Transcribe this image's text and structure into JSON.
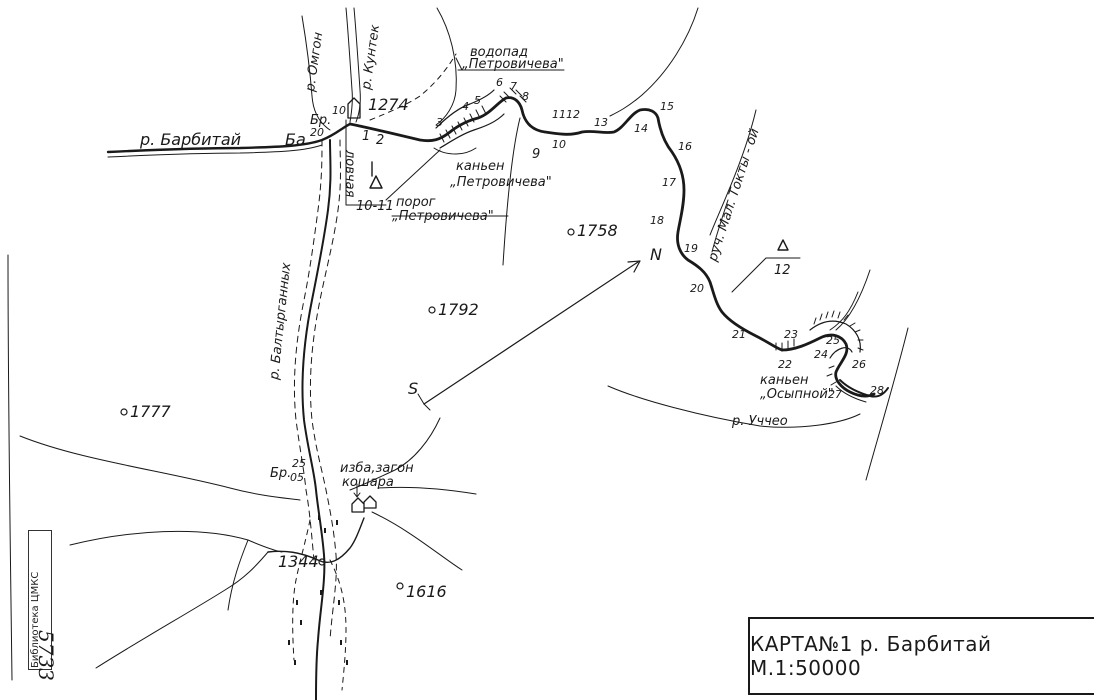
{
  "title": "КАРТА№1 р. Барбитай М.1:50000",
  "stamp": {
    "text": "Библиотека ЦМКС",
    "number": "5733"
  },
  "rivers": {
    "barbitai": "р. Барбитай",
    "ba": "Ба",
    "omgon": "р. Омгон",
    "kunteki": "р. Кунтек",
    "baltyrgannykh": "р. Балтырганных",
    "lovcha": "ловчая",
    "uchcheo": "р. Уччео",
    "mal_tokty": "руч. Мал. Токты - ой"
  },
  "features": {
    "waterfall_1": "водопад",
    "waterfall_2": "„Петровичева\"",
    "canyon_petr_1": "каньен",
    "canyon_petr_2": "„Петровичева\"",
    "rapid_1": "порог",
    "rapid_2": "„Петровичева\"",
    "rapid_code": "10-11",
    "canyon_osyp_1": "каньен",
    "canyon_osyp_2": "„Осыпной\"",
    "hut_1": "изба,загон",
    "hut_2": "кошара",
    "ford_top": "Бр.",
    "ford_top_num": "10",
    "ford_top_b": "Бр.",
    "ford_top_b_num": "20",
    "ford_bottom": "Бр.",
    "ford_bottom_num": "25",
    "ford_bottom_num2": "05",
    "start": "S",
    "north": "N",
    "triangle_num": "12"
  },
  "heights": {
    "h1274": "1274",
    "h1758": "1758",
    "h1792": "1792",
    "h1777": "1777",
    "h1616": "1616",
    "h1344": "1344"
  },
  "waypoints": {
    "p1": "1",
    "p2": "2",
    "p3": "3",
    "p4": "4",
    "p5": "5",
    "p6": "6",
    "p7": "7",
    "p8": "8",
    "p9": "9",
    "p10": "10",
    "p11": "11",
    "p12": "12",
    "p13": "13",
    "p14": "14",
    "p15": "15",
    "p16": "16",
    "p17": "17",
    "p18": "18",
    "p19": "19",
    "p20": "20",
    "p21": "21",
    "p22": "22",
    "p23": "23",
    "p24": "24",
    "p25": "25",
    "p26": "26",
    "p27": "27",
    "p28": "28"
  }
}
